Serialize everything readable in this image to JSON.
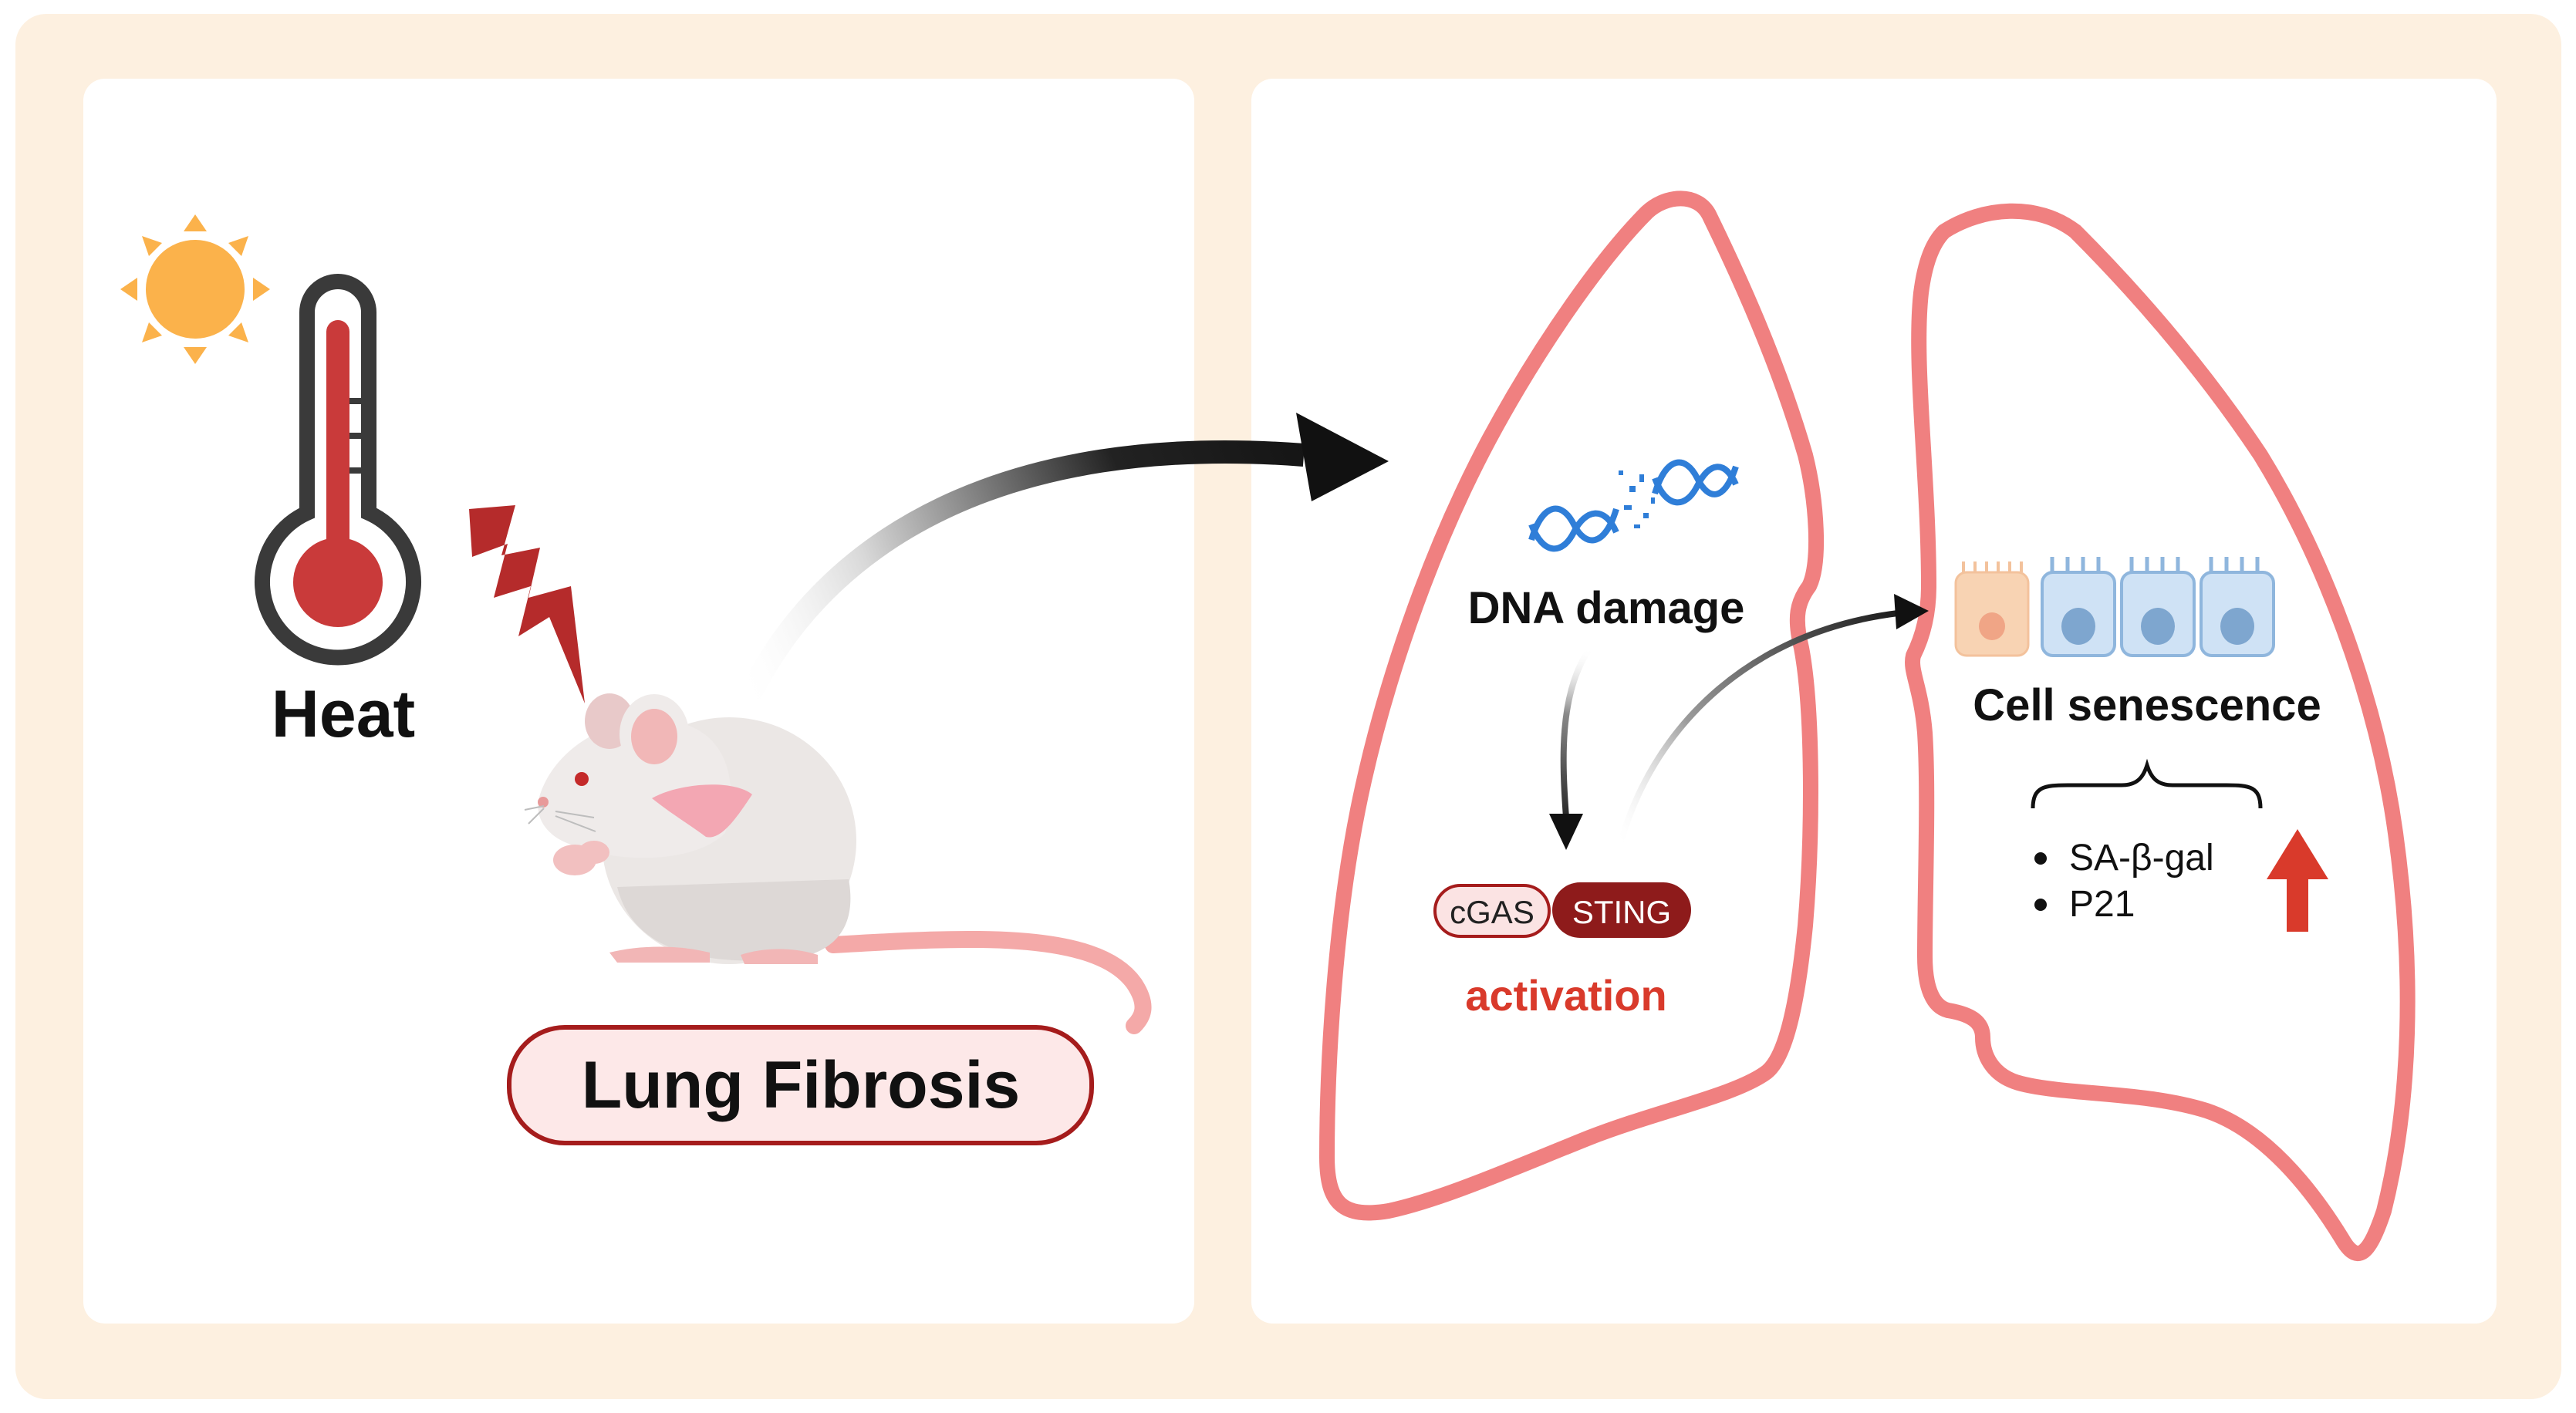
{
  "left_panel": {
    "heat_label": "Heat",
    "disease_label": "Lung Fibrosis"
  },
  "right_panel": {
    "dna_label": "DNA damage",
    "cgas_label": "cGAS",
    "sting_label": "STING",
    "activation_label": "activation",
    "senescence_label": "Cell senescence",
    "markers": [
      "SA-β-gal",
      "P21"
    ]
  },
  "colors": {
    "outer_bg": "#fdf0e0",
    "panel_bg": "#ffffff",
    "lung_outline": "#f08080",
    "heat_red": "#c93a3a",
    "dark_red": "#9b1d1d",
    "sun": "#fbb24b",
    "dna_blue": "#2f7ed8",
    "cell_blue": "#b9d4ee",
    "cell_orange": "#f8d3b3",
    "arrow_red": "#d93a2b",
    "activation_red": "#d93a2b"
  }
}
